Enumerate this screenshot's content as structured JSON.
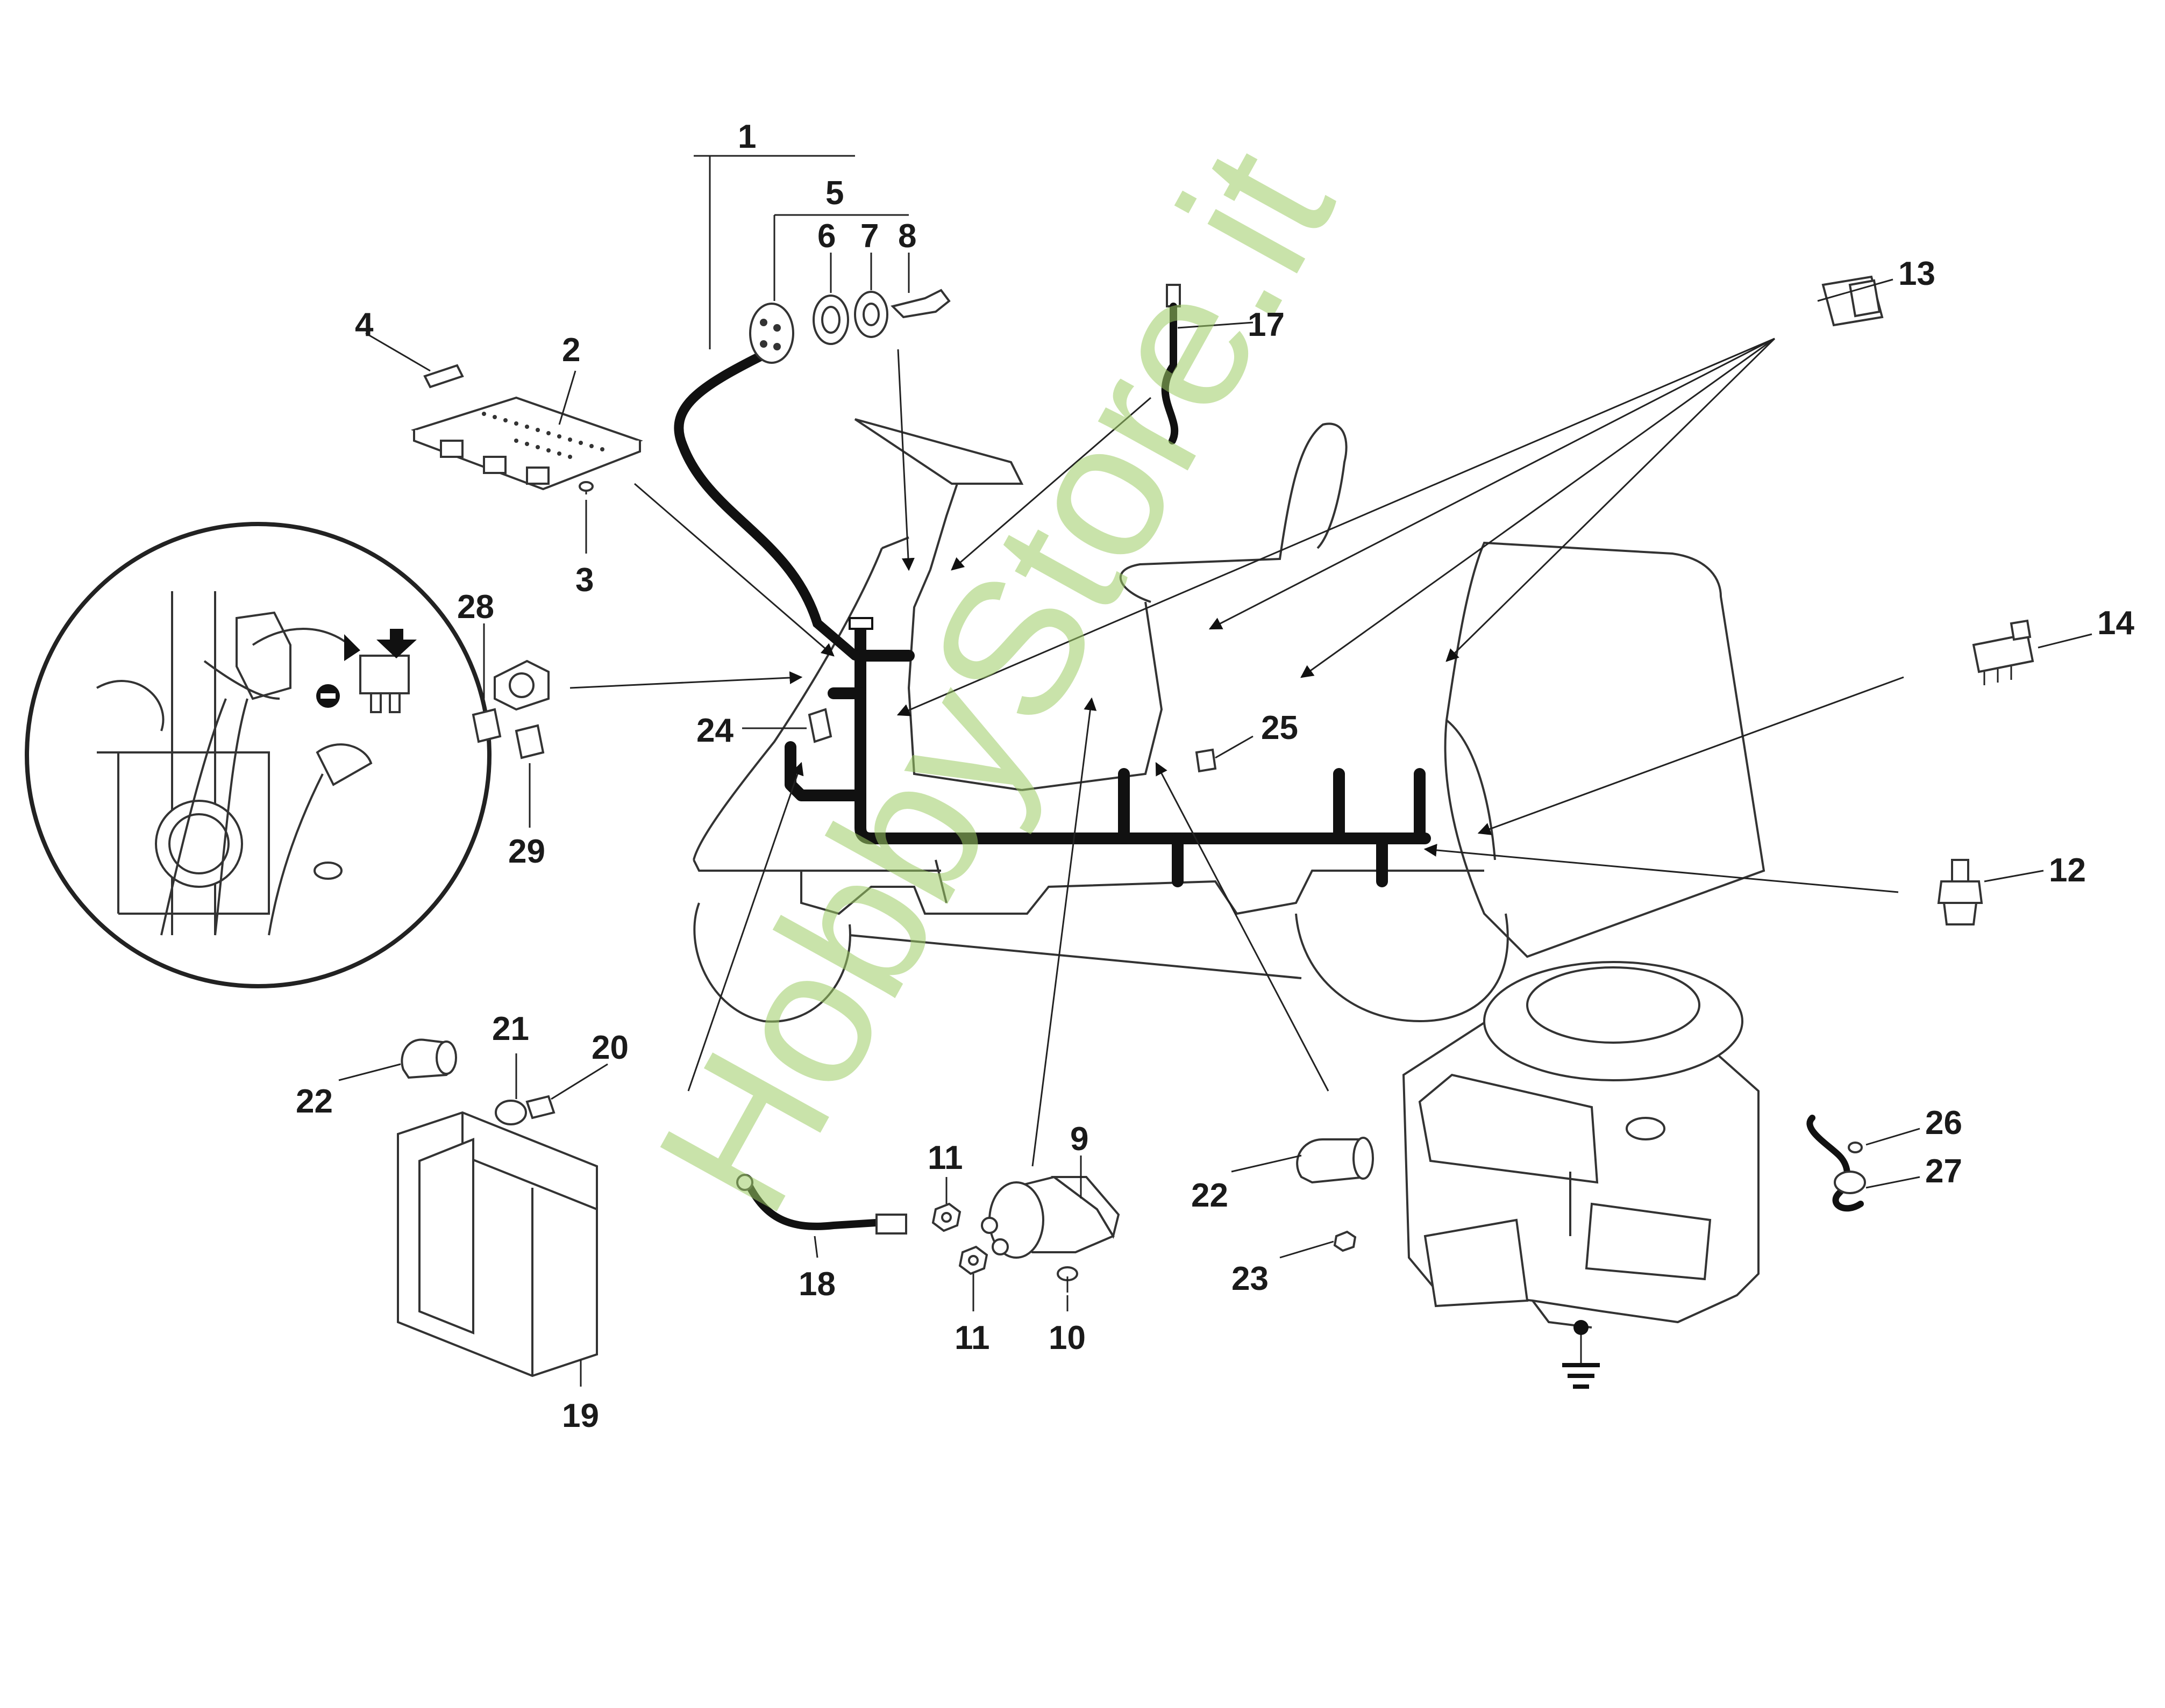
{
  "watermark": "HobbyStore.it",
  "callouts": [
    {
      "id": "c1",
      "text": "1"
    },
    {
      "id": "c2",
      "text": "2"
    },
    {
      "id": "c3",
      "text": "3"
    },
    {
      "id": "c4",
      "text": "4"
    },
    {
      "id": "c5",
      "text": "5"
    },
    {
      "id": "c6",
      "text": "6"
    },
    {
      "id": "c7",
      "text": "7"
    },
    {
      "id": "c8",
      "text": "8"
    },
    {
      "id": "c9",
      "text": "9"
    },
    {
      "id": "c10",
      "text": "10"
    },
    {
      "id": "c11a",
      "text": "11"
    },
    {
      "id": "c11b",
      "text": "11"
    },
    {
      "id": "c12",
      "text": "12"
    },
    {
      "id": "c13",
      "text": "13"
    },
    {
      "id": "c14",
      "text": "14"
    },
    {
      "id": "c17",
      "text": "17"
    },
    {
      "id": "c18",
      "text": "18"
    },
    {
      "id": "c19",
      "text": "19"
    },
    {
      "id": "c20",
      "text": "20"
    },
    {
      "id": "c21",
      "text": "21"
    },
    {
      "id": "c22a",
      "text": "22"
    },
    {
      "id": "c22b",
      "text": "22"
    },
    {
      "id": "c23",
      "text": "23"
    },
    {
      "id": "c24",
      "text": "24"
    },
    {
      "id": "c25",
      "text": "25"
    },
    {
      "id": "c26",
      "text": "26"
    },
    {
      "id": "c27",
      "text": "27"
    },
    {
      "id": "c28",
      "text": "28"
    },
    {
      "id": "c29",
      "text": "29"
    }
  ]
}
